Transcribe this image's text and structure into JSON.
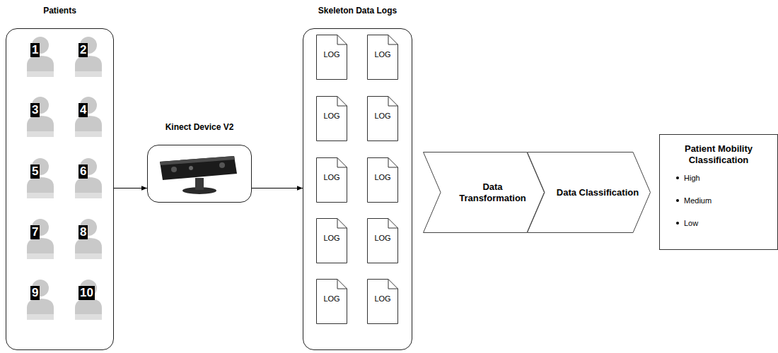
{
  "diagram": {
    "nodes": [
      {
        "text": [
          "Patients"
        ]
      },
      {
        "text": [
          "1"
        ],
        "in": 0
      },
      {
        "text": [
          "2"
        ],
        "in": 0
      },
      {
        "text": [
          "3"
        ],
        "in": 0
      },
      {
        "text": [
          "4"
        ],
        "in": 0
      },
      {
        "text": [
          "5"
        ],
        "in": 0
      },
      {
        "text": [
          "6"
        ],
        "in": 0
      },
      {
        "text": [
          "7"
        ],
        "in": 0
      },
      {
        "text": [
          "8"
        ],
        "in": 0
      },
      {
        "text": [
          "9"
        ],
        "in": 0
      },
      {
        "text": [
          "10"
        ],
        "in": 0
      },
      {
        "text": [
          "Kinect Device V2"
        ]
      },
      {
        "text": [
          "Skeleton Data Logs"
        ]
      },
      {
        "text": [
          "LOG"
        ],
        "in": 12
      },
      {
        "text": [
          "LOG"
        ],
        "in": 12
      },
      {
        "text": [
          "LOG"
        ],
        "in": 12
      },
      {
        "text": [
          "LOG"
        ],
        "in": 12
      },
      {
        "text": [
          "LOG"
        ],
        "in": 12
      },
      {
        "text": [
          "LOG"
        ],
        "in": 12
      },
      {
        "text": [
          "LOG"
        ],
        "in": 12
      },
      {
        "text": [
          "LOG"
        ],
        "in": 12
      },
      {
        "text": [
          "LOG"
        ],
        "in": 12
      },
      {
        "text": [
          "LOG"
        ],
        "in": 12
      },
      {
        "text": [
          "Data Transformation"
        ]
      },
      {
        "text": [
          "Data Classification"
        ]
      },
      {
        "text": [
          "Patient Mobility Classification",
          "High",
          "Medium",
          "Low"
        ]
      }
    ],
    "edges": [
      {
        "from": 0,
        "to": 11,
        "arrow": "to"
      },
      {
        "from": 11,
        "to": 12,
        "arrow": "to"
      }
    ]
  }
}
